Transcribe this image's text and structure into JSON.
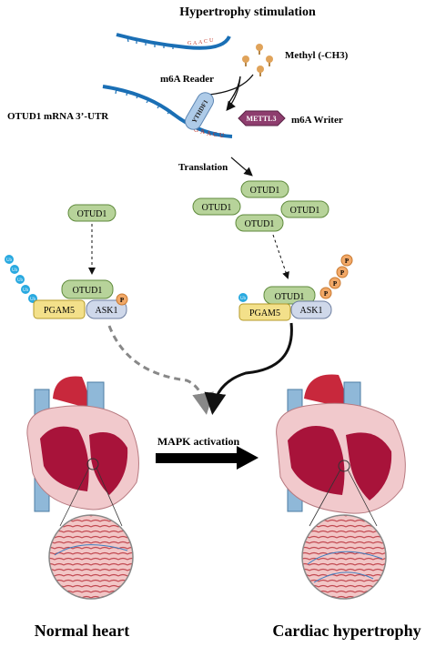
{
  "title": "Hypertrophy stimulation",
  "methyl_label": "Methyl (-CH3)",
  "reader_label": "m6A Reader",
  "mrna_label": "OTUD1 mRNA 3’-UTR",
  "writer_label": "m6A Writer",
  "translation_label": "Translation",
  "ythdf1_label": "YTHDF1",
  "mettl3_label": "METTL3",
  "seq_top": [
    "G",
    "A",
    "A",
    "C",
    "U"
  ],
  "seq_bottom": [
    "G",
    "A",
    "A",
    "C",
    "U"
  ],
  "otud1_label": "OTUD1",
  "pgam5_label": "PGAM5",
  "ask1_label": "ASK1",
  "ub_label": "Ub",
  "p_label": "P",
  "mapk_label": "MAPK activation",
  "normal_label": "Normal heart",
  "hypertrophy_label": "Cardiac hypertrophy",
  "colors": {
    "rna": "#1a6fb5",
    "otud1_fill": "#b7d39a",
    "pgam5_fill": "#f3e08a",
    "ask1_fill": "#cfd8ea",
    "ub_fill": "#29a9e0",
    "p_fill": "#f2a968",
    "mettl3_fill": "#8e3d6e",
    "ythdf1_fill": "#aecbe8",
    "heart_red": "#c8283c",
    "vessel_blue": "#8fb8d8"
  }
}
